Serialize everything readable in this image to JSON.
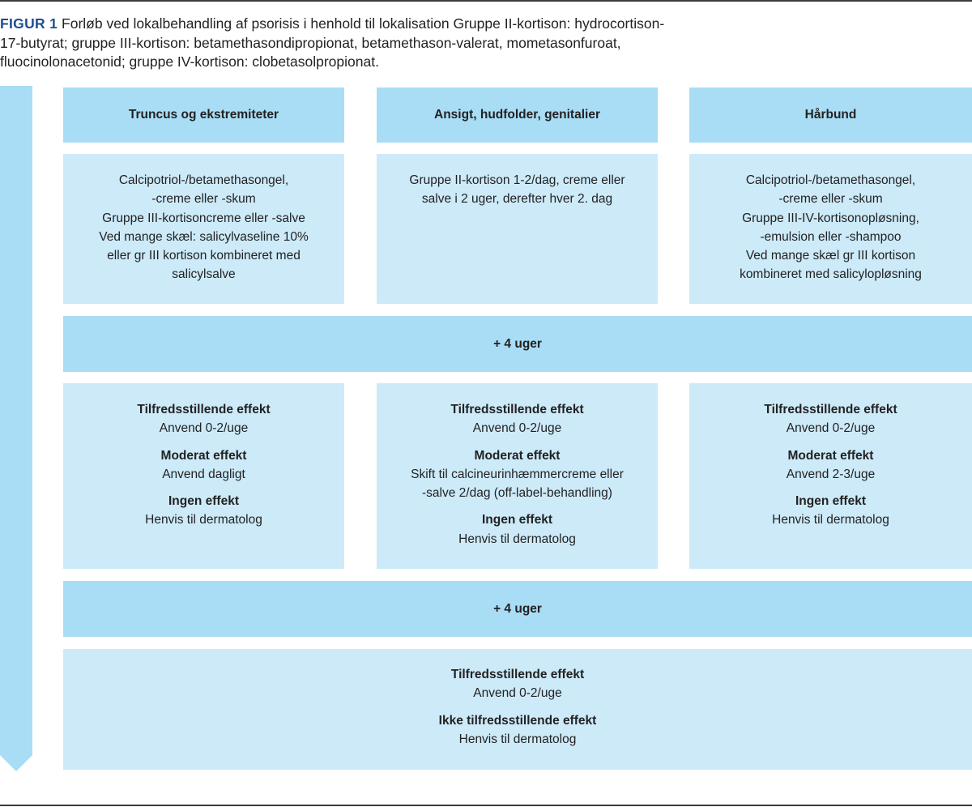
{
  "caption": {
    "label": "FIGUR 1",
    "text": "Forløb ved lokalbehandling af psorisis i henhold til lokalisation Gruppe II-kortison: hydrocortison-17-butyrat; gruppe III-kortison: betamethasondipropionat, betamethason-valerat, mometasonfuroat, fluocinolonacetonid; gruppe IV-kortison: clobetasolpropionat."
  },
  "columns": [
    {
      "header": "Truncus og ekstremiteter",
      "treatment": [
        "Calcipotriol-/betamethasongel,",
        "-creme eller -skum",
        "Gruppe III-kortisoncreme eller -salve",
        "Ved mange skæl: salicylvaseline 10%",
        "eller gr III kortison kombineret med",
        "salicylsalve"
      ],
      "outcomes": [
        {
          "heading": "Tilfredsstillende effekt",
          "lines": [
            "Anvend 0-2/uge"
          ]
        },
        {
          "heading": "Moderat effekt",
          "lines": [
            "Anvend dagligt"
          ]
        },
        {
          "heading": "Ingen effekt",
          "lines": [
            "Henvis til dermatolog"
          ]
        }
      ]
    },
    {
      "header": "Ansigt, hudfolder, genitalier",
      "treatment": [
        "Gruppe II-kortison 1-2/dag, creme eller",
        "salve i 2 uger, derefter hver 2. dag"
      ],
      "outcomes": [
        {
          "heading": "Tilfredsstillende effekt",
          "lines": [
            "Anvend 0-2/uge"
          ]
        },
        {
          "heading": "Moderat effekt",
          "lines": [
            "Skift til calcineurinhæmmercreme eller",
            "-salve 2/dag (off-label-behandling)"
          ]
        },
        {
          "heading": "Ingen effekt",
          "lines": [
            "Henvis til dermatolog"
          ]
        }
      ]
    },
    {
      "header": "Hårbund",
      "treatment": [
        "Calcipotriol-/betamethasongel,",
        "-creme eller -skum",
        "Gruppe III-IV-kortisonopløsning,",
        "-emulsion eller -shampoo",
        "Ved mange skæl gr III kortison",
        "kombineret med salicylopløsning"
      ],
      "outcomes": [
        {
          "heading": "Tilfredsstillende effekt",
          "lines": [
            "Anvend 0-2/uge"
          ]
        },
        {
          "heading": "Moderat effekt",
          "lines": [
            "Anvend 2-3/uge"
          ]
        },
        {
          "heading": "Ingen effekt",
          "lines": [
            "Henvis til dermatolog"
          ]
        }
      ]
    }
  ],
  "interval_1": "+ 4 uger",
  "interval_2": "+ 4 uger",
  "final": [
    {
      "heading": "Tilfredsstillende effekt",
      "lines": [
        "Anvend 0-2/uge"
      ]
    },
    {
      "heading": "Ikke tilfredsstillende effekt",
      "lines": [
        "Henvis til dermatolog"
      ]
    }
  ],
  "colors": {
    "header_fill": "#a9ddf5",
    "content_fill": "#cdeaf9",
    "arrow_fill": "#a9ddf5",
    "figure_label": "#1f4e8c"
  }
}
